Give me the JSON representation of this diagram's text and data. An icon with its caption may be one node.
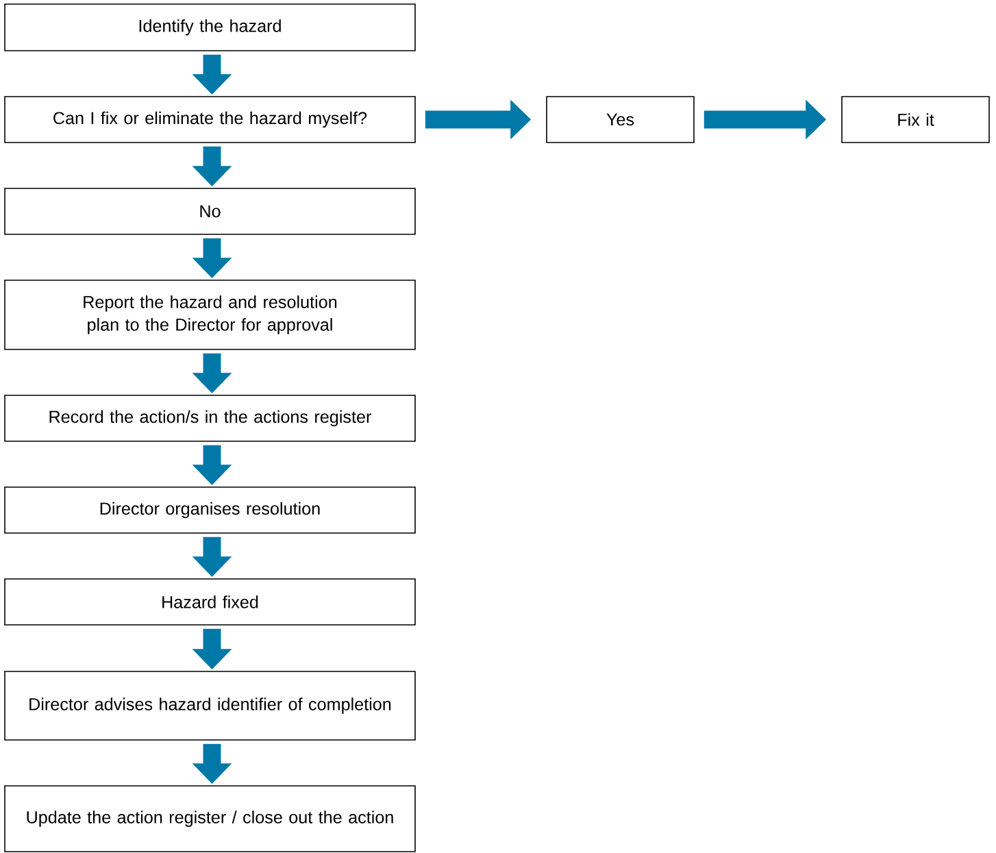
{
  "diagram": {
    "nodes": [
      {
        "text": [
          "Identify the hazard"
        ]
      },
      {
        "text": [
          "Can I fix or eliminate the hazard myself?"
        ]
      },
      {
        "text": [
          "Yes"
        ]
      },
      {
        "text": [
          "Fix it"
        ]
      },
      {
        "text": [
          "No"
        ]
      },
      {
        "text": [
          "Report the hazard and resolution plan to the Director for approval"
        ]
      },
      {
        "text": [
          "Record the action/s in the actions register"
        ]
      },
      {
        "text": [
          "Director organises resolution"
        ]
      },
      {
        "text": [
          "Hazard fixed"
        ]
      },
      {
        "text": [
          "Director advises hazard identifier of completion"
        ]
      },
      {
        "text": [
          "Update the action register / close out the action"
        ]
      }
    ],
    "edges": [
      {
        "from": 0,
        "to": 1,
        "arrow": "to"
      },
      {
        "from": 1,
        "to": 2,
        "arrow": "to"
      },
      {
        "from": 2,
        "to": 3,
        "arrow": "to"
      },
      {
        "from": 1,
        "to": 4,
        "arrow": "to"
      },
      {
        "from": 4,
        "to": 5,
        "arrow": "to"
      },
      {
        "from": 5,
        "to": 6,
        "arrow": "to"
      },
      {
        "from": 6,
        "to": 7,
        "arrow": "to"
      },
      {
        "from": 7,
        "to": 8,
        "arrow": "to"
      },
      {
        "from": 8,
        "to": 9,
        "arrow": "to"
      },
      {
        "from": 9,
        "to": 10,
        "arrow": "to"
      }
    ]
  }
}
